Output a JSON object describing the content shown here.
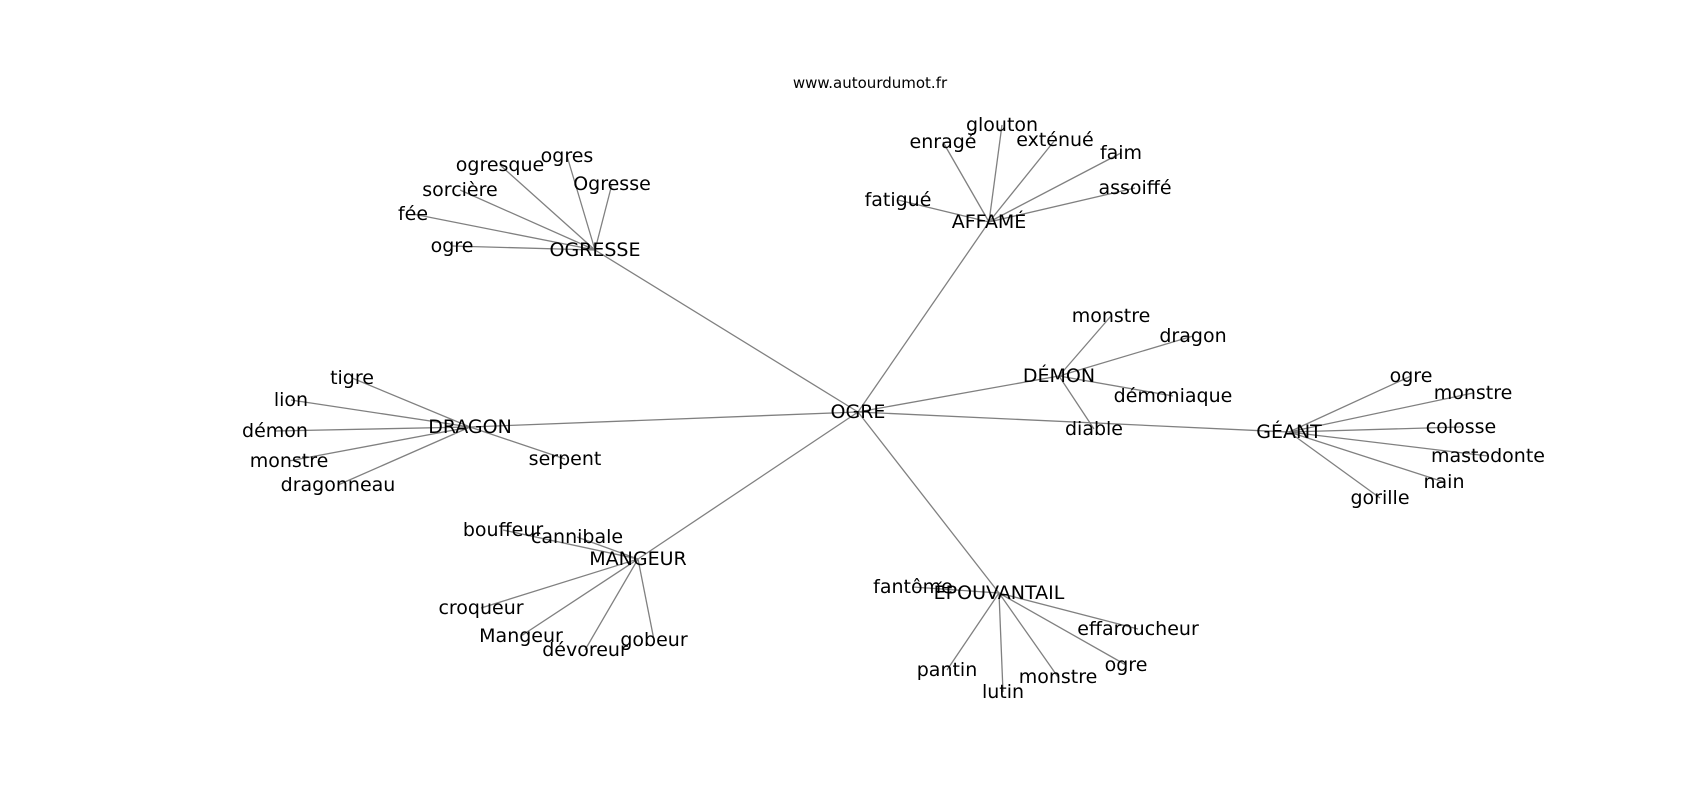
{
  "site": "www.autourdumot.fr",
  "colors": {
    "edge": "#808080",
    "text": "#000000",
    "background": "#ffffff"
  },
  "graph": {
    "root": "OGRE",
    "clusters": [
      {
        "hub": "AFFAMÉ",
        "leaves": [
          "fatigué",
          "enragé",
          "glouton",
          "exténué",
          "faim",
          "assoiffé"
        ]
      },
      {
        "hub": "OGRESSE",
        "leaves": [
          "ogre",
          "fée",
          "sorcière",
          "ogresque",
          "ogres",
          "Ogresse"
        ]
      },
      {
        "hub": "DÉMON",
        "leaves": [
          "monstre",
          "dragon",
          "démoniaque",
          "diable"
        ]
      },
      {
        "hub": "DRAGON",
        "leaves": [
          "tigre",
          "lion",
          "démon",
          "monstre",
          "dragonneau",
          "serpent"
        ]
      },
      {
        "hub": "GÉANT",
        "leaves": [
          "ogre",
          "monstre",
          "colosse",
          "mastodonte",
          "nain",
          "gorille"
        ]
      },
      {
        "hub": "MANGEUR",
        "leaves": [
          "bouffeur",
          "cannibale",
          "croqueur",
          "Mangeur",
          "dévoreur",
          "gobeur"
        ]
      },
      {
        "hub": "ÉPOUVANTAIL",
        "leaves": [
          "fantôme",
          "effaroucheur",
          "ogre",
          "monstre",
          "lutin",
          "pantin"
        ]
      }
    ]
  }
}
